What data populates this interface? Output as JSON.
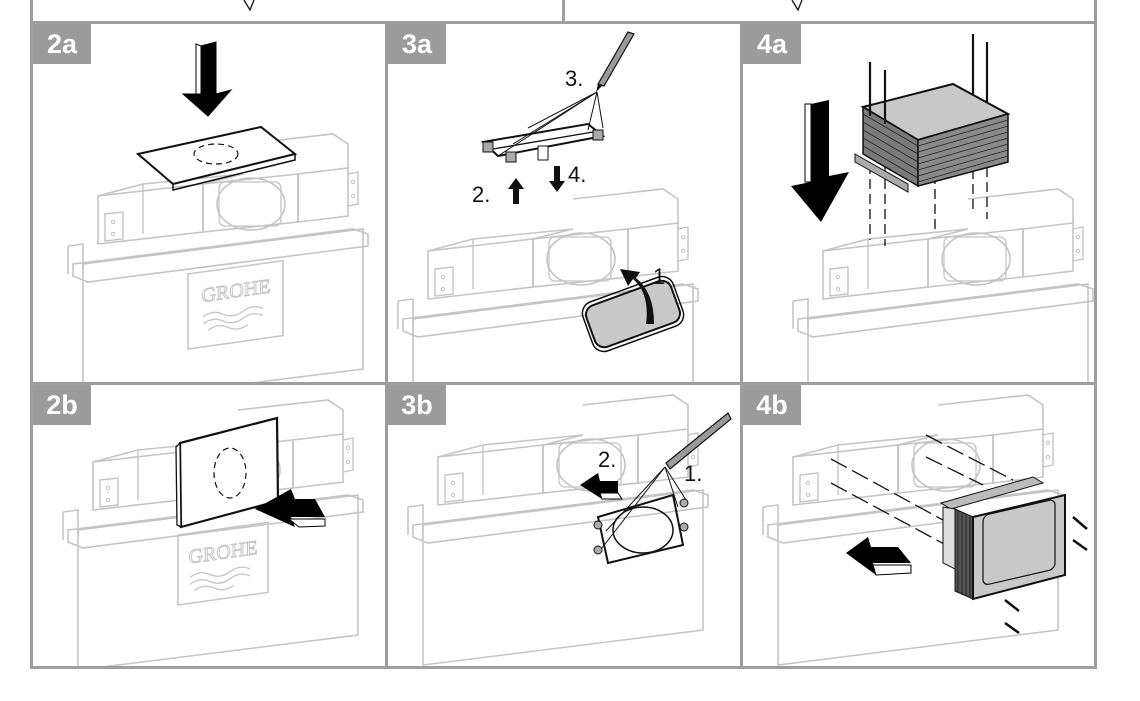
{
  "document": {
    "brand_logo_text": "GROHE",
    "panels": [
      {
        "id": "2a",
        "label": "2a",
        "callouts": []
      },
      {
        "id": "3a",
        "label": "3a",
        "callouts": [
          "3.",
          "2.",
          "4.",
          "1."
        ]
      },
      {
        "id": "4a",
        "label": "4a",
        "callouts": []
      },
      {
        "id": "2b",
        "label": "2b",
        "callouts": []
      },
      {
        "id": "3b",
        "label": "3b",
        "callouts": [
          "2.",
          "1."
        ]
      },
      {
        "id": "4b",
        "label": "4b",
        "callouts": []
      }
    ]
  },
  "colors": {
    "frame": "#9e9e9e",
    "label_bg": "#9b9b9b",
    "label_text": "#ffffff",
    "faded_line": "#c4c4c4",
    "ink": "#111111",
    "module_fill": "#c8c8c8"
  }
}
